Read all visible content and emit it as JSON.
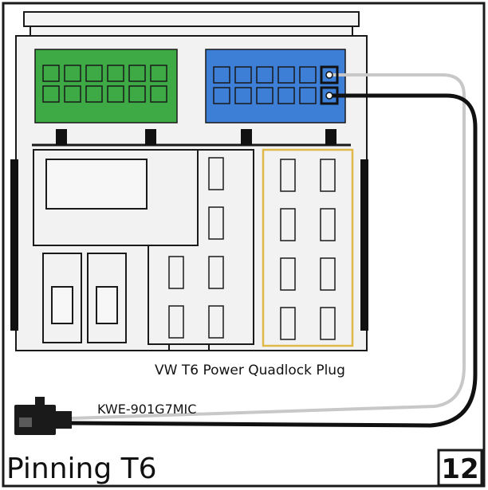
{
  "labels": {
    "plug": "VW T6 Power Quadlock Plug",
    "cable": "KWE-901G7MIC",
    "title": "Pinning T6",
    "step": "12"
  },
  "colors": {
    "frame": "#1a1a1a",
    "plug_body": "#f2f2f2",
    "green_block": "#3daa45",
    "blue_block": "#3d7fd6",
    "yellow_outline": "#e0b84a",
    "wire_black": "#111111",
    "wire_grey": "#c8c8c8"
  },
  "icons": {
    "connector": "connector-icon"
  }
}
